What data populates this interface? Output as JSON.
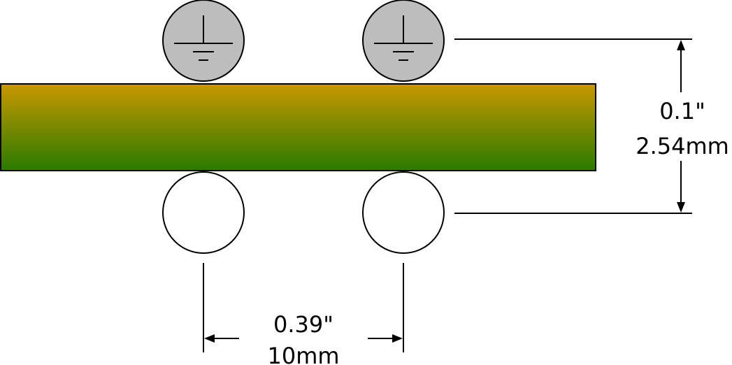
{
  "colors": {
    "board_gradient_top": "#c99700",
    "board_gradient_bottom": "#2a7b00",
    "board_stroke": "#000000",
    "grounded_roller_fill": "#bdbdbd",
    "plain_roller_fill": "#ffffff",
    "line": "#000000"
  },
  "icons": {
    "ground_symbol": "ground-icon"
  },
  "dimensions": {
    "thickness": {
      "inches": "0.1\"",
      "millimeters": "2.54mm"
    },
    "spacing": {
      "inches": "0.39\"",
      "millimeters": "10mm"
    }
  }
}
